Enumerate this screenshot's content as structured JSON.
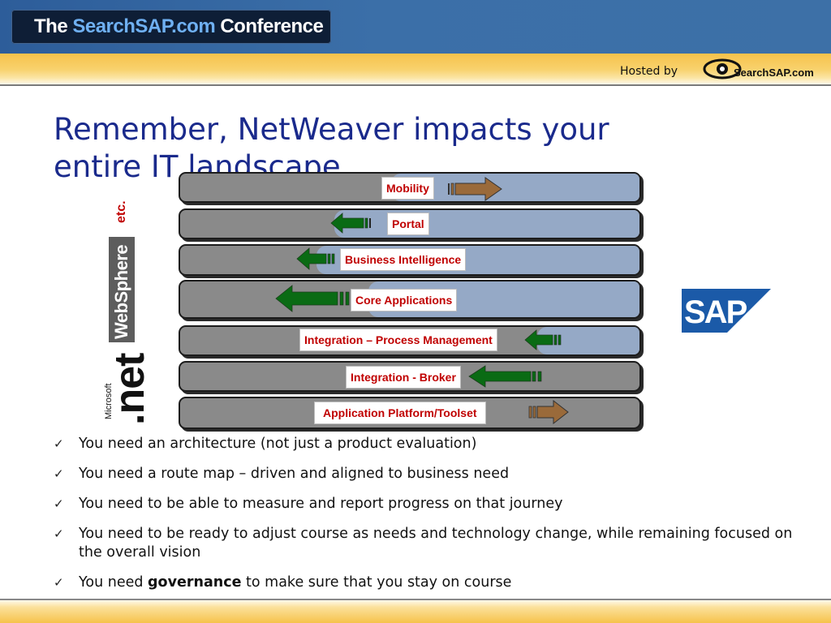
{
  "header": {
    "conference_logo": {
      "prefix": "The ",
      "accent": "SearchSAP.com",
      "suffix": " Conference"
    },
    "hosted_by": "Hosted by",
    "host_logo_text": "SearchSAP.com"
  },
  "title": {
    "line1": "Remember, NetWeaver impacts your",
    "line2": "entire IT landscape"
  },
  "layers": [
    {
      "label": "Mobility"
    },
    {
      "label": "Portal"
    },
    {
      "label": "Business Intelligence"
    },
    {
      "label": "Core Applications"
    },
    {
      "label": "Integration – Process Management"
    },
    {
      "label": "Integration - Broker"
    },
    {
      "label": "Application Platform/Toolset"
    }
  ],
  "left_logos": {
    "etc": "etc.",
    "websphere": "WebSphere",
    "net_small": "Microsoft",
    "net_big": ".net"
  },
  "right_logo": {
    "text": "SAP"
  },
  "bullets": [
    {
      "text": "You need an architecture (not just a product evaluation)"
    },
    {
      "text": "You need a route map – driven and aligned to business need"
    },
    {
      "text": "You need to be able to measure and report progress on that journey"
    },
    {
      "text": "You need to be ready to adjust course as needs and technology change, while remaining focused on the overall vision"
    },
    {
      "pre": "You need ",
      "bold": "governance",
      "post": " to make sure that you stay on course"
    }
  ],
  "colors": {
    "title": "#1a2a8c",
    "label_text": "#c00000",
    "green_arrow": "#0a6b14",
    "brown_arrow": "#9a6a3a",
    "layer_grey": "#8a8a8a",
    "layer_blue": "#95a9c6"
  }
}
